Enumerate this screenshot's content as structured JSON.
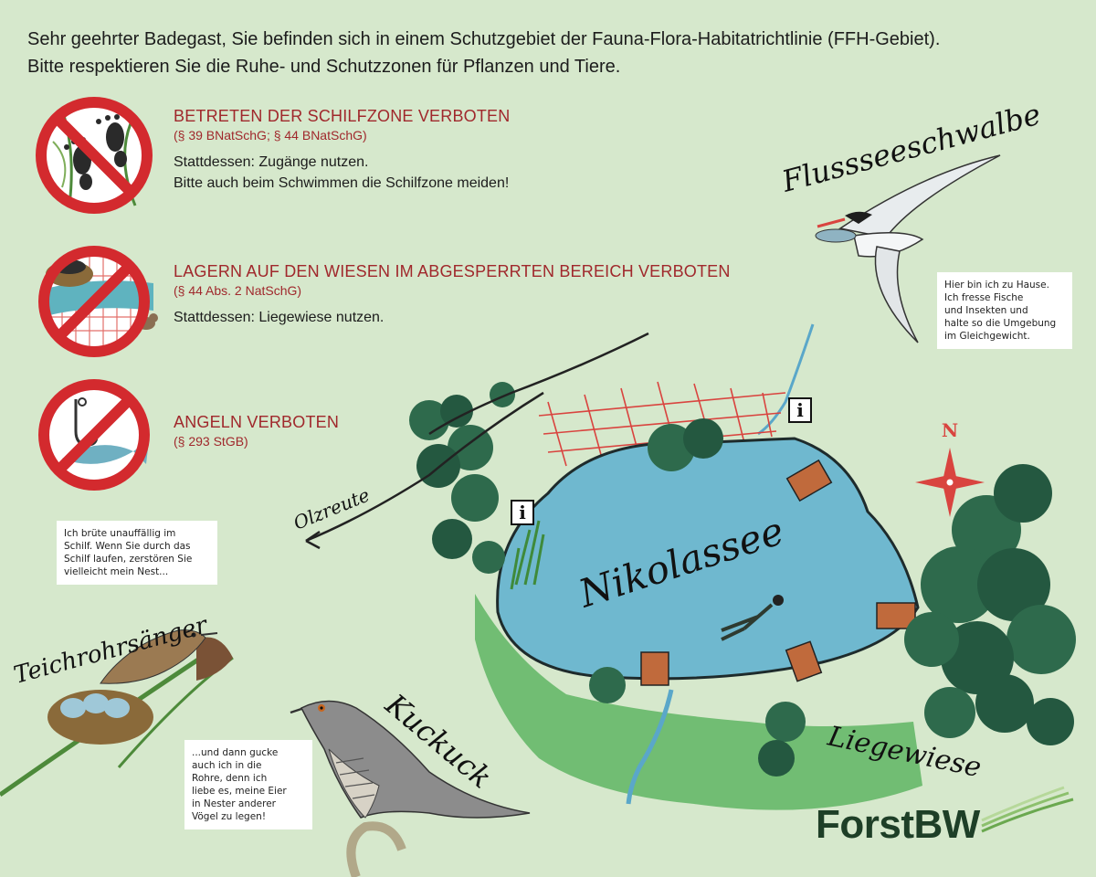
{
  "intro": {
    "line1": "Sehr geehrter Badegast, Sie befinden sich in einem Schutzgebiet der Fauna-Flora-Habitatrichtlinie (FFH-Gebiet).",
    "line2": "Bitte respektieren Sie die Ruhe- und Schutzzonen für Pflanzen und Tiere."
  },
  "rules": [
    {
      "title": "BETRETEN DER SCHILFZONE VERBOTEN",
      "law": "(§ 39 BNatSchG; § 44 BNatSchG)",
      "text1": "Stattdessen: Zugänge nutzen.",
      "text2": "Bitte auch beim Schwimmen die Schilfzone meiden!",
      "icon": "no-footprints-icon"
    },
    {
      "title": "LAGERN AUF DEN WIESEN IM ABGESPERRTEN BEREICH VERBOTEN",
      "law": "(§ 44 Abs. 2 NatSchG)",
      "text1": "Stattdessen: Liegewiese nutzen.",
      "icon": "no-camping-icon"
    },
    {
      "title": "ANGELN VERBOTEN",
      "law": "(§ 293 StGB)",
      "icon": "no-fishing-icon"
    }
  ],
  "birds": {
    "tern": {
      "name": "Flussseeschwalbe",
      "speech": [
        "Hier bin ich zu Hause.",
        "Ich fresse Fische",
        "und Insekten und",
        "halte so die Umgebung",
        "im Gleichgewicht."
      ]
    },
    "reed_warbler": {
      "name": "Teichrohrsänger",
      "speech": [
        "Ich brüte unauffällig im",
        "Schilf. Wenn Sie durch das",
        "Schilf laufen, zerstören Sie",
        "vielleicht mein Nest..."
      ]
    },
    "cuckoo": {
      "name": "Kuckuck",
      "speech": [
        "...und dann gucke",
        "auch ich in die",
        "Rohre, denn ich",
        "liebe es, meine Eier",
        "in Nester anderer",
        "Vögel zu legen!"
      ]
    }
  },
  "map": {
    "lake_label": "Nikolassee",
    "meadow_label": "Liegewiese",
    "road_label": "Olzreute",
    "north_label": "N",
    "info_label": "i",
    "colors": {
      "lake": "#6fb8cf",
      "tree": "#2e6a4c",
      "meadow": "#5fb563",
      "restricted": "#d9443f",
      "rule_red": "#a0282c"
    }
  },
  "logo": {
    "text": "ForstBW"
  }
}
